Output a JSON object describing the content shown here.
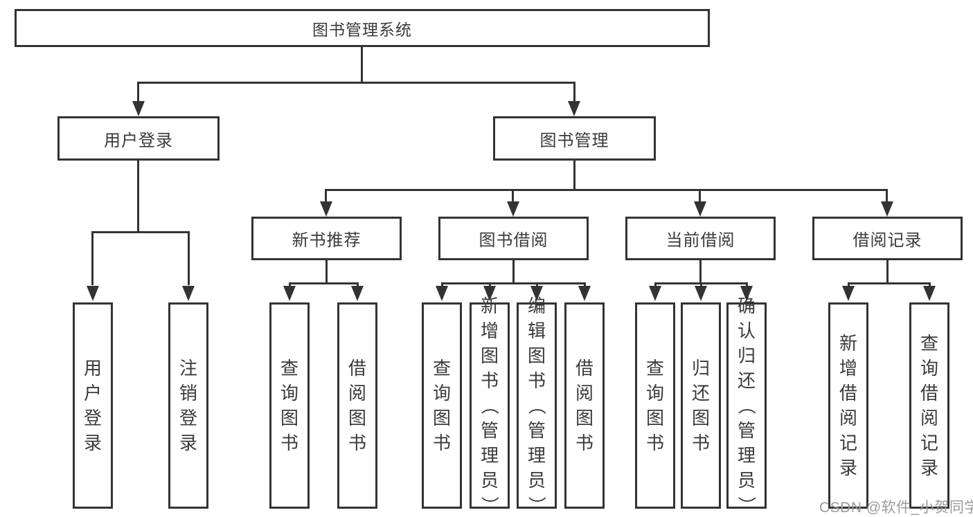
{
  "root_label": "图书管理系统",
  "branches": {
    "user_login": {
      "label": "用户登录",
      "children": [
        "用户登录",
        "注销登录"
      ]
    },
    "book_management": {
      "label": "图书管理",
      "children": [
        {
          "label": "新书推荐",
          "children": [
            "查询图书",
            "借阅图书"
          ]
        },
        {
          "label": "图书借阅",
          "children": [
            "查询图书",
            "新增图书（管理员）",
            "编辑图书（管理员）",
            "借阅图书"
          ]
        },
        {
          "label": "当前借阅",
          "children": [
            "查询图书",
            "归还图书",
            "确认归还（管理员）"
          ]
        },
        {
          "label": "借阅记录",
          "children": [
            "新增借阅记录",
            "查询借阅记录"
          ]
        }
      ]
    }
  },
  "watermark": "CSDN @软件_小贺同学",
  "colors": {
    "line": "#333333",
    "text": "#3a3a3a",
    "watermark": "#9b9b9b",
    "background": "#ffffff"
  }
}
